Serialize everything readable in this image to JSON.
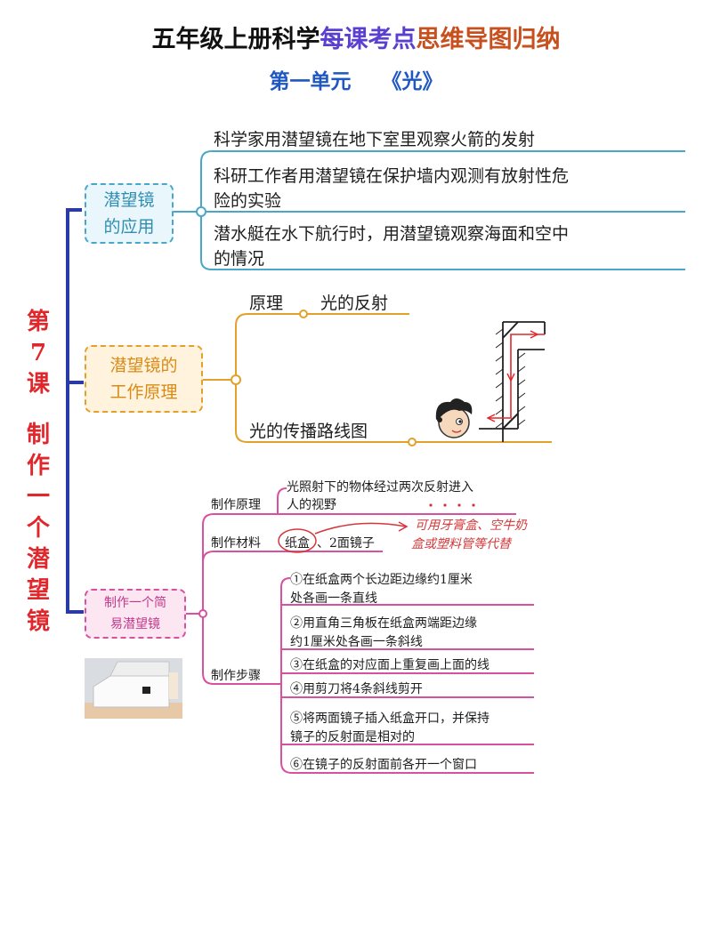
{
  "header": {
    "title_part1": "五年级上册科学",
    "title_part2": "每课考点",
    "title_part3": "思维导图归纳",
    "subtitle_unit": "第一单元",
    "subtitle_topic": "《光》"
  },
  "lesson": {
    "chars_top": [
      "第",
      "7",
      "课"
    ],
    "chars_bottom": [
      "制",
      "作",
      "一",
      "个",
      "潜",
      "望",
      "镜"
    ]
  },
  "branch1": {
    "label_line1": "潜望镜",
    "label_line2": "的应用",
    "items": [
      {
        "line1": "科学家用潜望镜在地下室里观察火箭的发射",
        "line2": ""
      },
      {
        "line1": "科研工作者用潜望镜在保护墙内观测有放射性危",
        "line2": "险的实验"
      },
      {
        "line1": "潜水艇在水下航行时，用潜望镜观察海面和空中",
        "line2": "的情况"
      }
    ]
  },
  "branch2": {
    "label_line1": "潜望镜的",
    "label_line2": "工作原理",
    "principle_label": "原理",
    "principle_value": "光的反射",
    "path_label": "光的传播路线图"
  },
  "branch3": {
    "label_line1": "制作一个简",
    "label_line2": "易潜望镜",
    "principle_label": "制作原理",
    "principle_line1": "光照射下的物体经过两次反射进入",
    "principle_line2": "人的视野",
    "materials_label": "制作材料",
    "materials_value1": "纸盒",
    "materials_value2": "、2面镜子",
    "materials_note_line1": "可用牙膏盒、空牛奶",
    "materials_note_line2": "盒或塑料管等代替",
    "steps_label": "制作步骤",
    "steps": [
      {
        "line1": "①在纸盒两个长边距边缘约1厘米",
        "line2": "处各画一条直线"
      },
      {
        "line1": "②用直角三角板在纸盒两端距边缘",
        "line2": "约1厘米处各画一条斜线"
      },
      {
        "line1": "③在纸盒的对应面上重复画上面的线",
        "line2": ""
      },
      {
        "line1": "④用剪刀将4条斜线剪开",
        "line2": ""
      },
      {
        "line1": "⑤将两面镜子插入纸盒开口，并保持",
        "line2": "镜子的反射面是相对的"
      },
      {
        "line1": "⑥在镜子的反射面前各开一个窗口",
        "line2": ""
      }
    ]
  },
  "colors": {
    "spine": "#2a3aa6",
    "branch1": "#4aa7c7",
    "branch2": "#e3a02a",
    "branch3": "#d7519f",
    "arrow": "#e0272b"
  }
}
